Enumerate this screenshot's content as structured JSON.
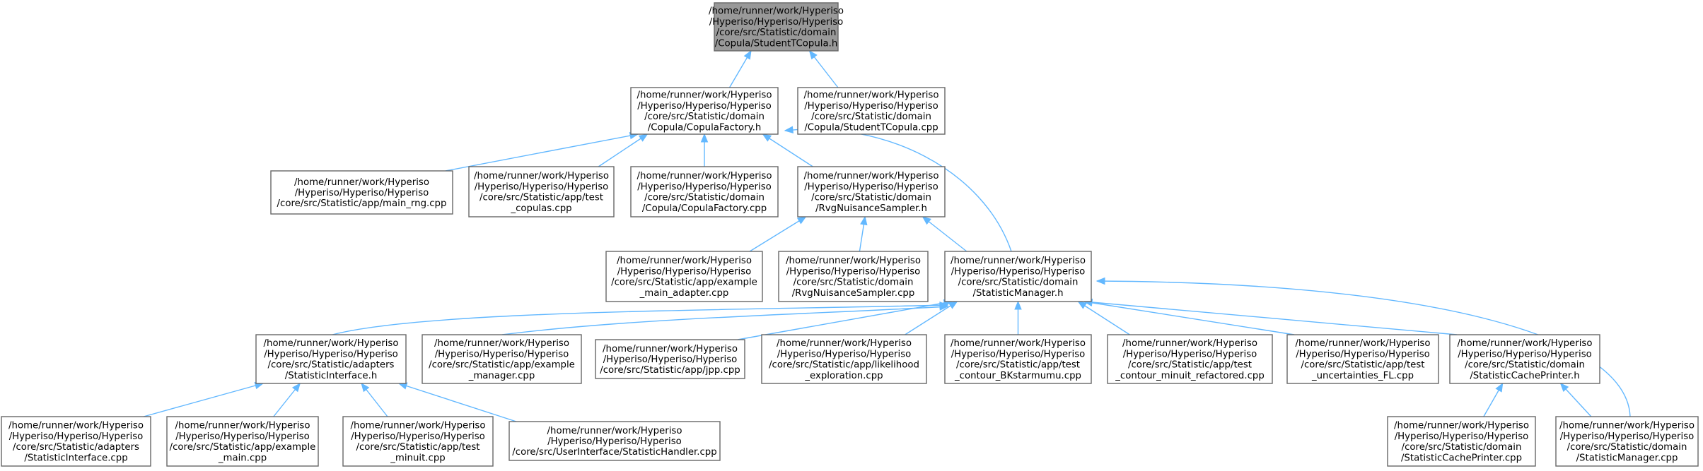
{
  "graph": {
    "nodes": [
      {
        "id": "root",
        "is_root": true,
        "lines": [
          "/home/runner/work/Hyperiso",
          "/Hyperiso/Hyperiso/Hyperiso",
          "/core/src/Statistic/domain",
          "/Copula/StudentTCopula.h"
        ]
      },
      {
        "id": "copulafactory_h",
        "lines": [
          "/home/runner/work/Hyperiso",
          "/Hyperiso/Hyperiso/Hyperiso",
          "/core/src/Statistic/domain",
          "/Copula/CopulaFactory.h"
        ]
      },
      {
        "id": "studenttcopula_cpp",
        "lines": [
          "/home/runner/work/Hyperiso",
          "/Hyperiso/Hyperiso/Hyperiso",
          "/core/src/Statistic/domain",
          "/Copula/StudentTCopula.cpp"
        ]
      },
      {
        "id": "main_rng_cpp",
        "lines": [
          "/home/runner/work/Hyperiso",
          "/Hyperiso/Hyperiso/Hyperiso",
          "/core/src/Statistic/app/main_rng.cpp"
        ]
      },
      {
        "id": "test_copulas_cpp",
        "lines": [
          "/home/runner/work/Hyperiso",
          "/Hyperiso/Hyperiso/Hyperiso",
          "/core/src/Statistic/app/test",
          "_copulas.cpp"
        ]
      },
      {
        "id": "copulafactory_cpp",
        "lines": [
          "/home/runner/work/Hyperiso",
          "/Hyperiso/Hyperiso/Hyperiso",
          "/core/src/Statistic/domain",
          "/Copula/CopulaFactory.cpp"
        ]
      },
      {
        "id": "rvgnuisancesampler_h",
        "lines": [
          "/home/runner/work/Hyperiso",
          "/Hyperiso/Hyperiso/Hyperiso",
          "/core/src/Statistic/domain",
          "/RvgNuisanceSampler.h"
        ]
      },
      {
        "id": "example_main_adapter_cpp",
        "lines": [
          "/home/runner/work/Hyperiso",
          "/Hyperiso/Hyperiso/Hyperiso",
          "/core/src/Statistic/app/example",
          "_main_adapter.cpp"
        ]
      },
      {
        "id": "rvgnuisancesampler_cpp",
        "lines": [
          "/home/runner/work/Hyperiso",
          "/Hyperiso/Hyperiso/Hyperiso",
          "/core/src/Statistic/domain",
          "/RvgNuisanceSampler.cpp"
        ]
      },
      {
        "id": "statisticmanager_h",
        "lines": [
          "/home/runner/work/Hyperiso",
          "/Hyperiso/Hyperiso/Hyperiso",
          "/core/src/Statistic/domain",
          "/StatisticManager.h"
        ]
      },
      {
        "id": "statisticinterface_h",
        "lines": [
          "/home/runner/work/Hyperiso",
          "/Hyperiso/Hyperiso/Hyperiso",
          "/core/src/Statistic/adapters",
          "/StatisticInterface.h"
        ]
      },
      {
        "id": "example_manager_cpp",
        "lines": [
          "/home/runner/work/Hyperiso",
          "/Hyperiso/Hyperiso/Hyperiso",
          "/core/src/Statistic/app/example",
          "_manager.cpp"
        ]
      },
      {
        "id": "jpp_cpp",
        "lines": [
          "/home/runner/work/Hyperiso",
          "/Hyperiso/Hyperiso/Hyperiso",
          "/core/src/Statistic/app/jpp.cpp"
        ]
      },
      {
        "id": "likelihood_exploration_cpp",
        "lines": [
          "/home/runner/work/Hyperiso",
          "/Hyperiso/Hyperiso/Hyperiso",
          "/core/src/Statistic/app/likelihood",
          "_exploration.cpp"
        ]
      },
      {
        "id": "test_contour_bkstarmumu_cpp",
        "lines": [
          "/home/runner/work/Hyperiso",
          "/Hyperiso/Hyperiso/Hyperiso",
          "/core/src/Statistic/app/test",
          "_contour_BKstarmumu.cpp"
        ]
      },
      {
        "id": "test_contour_minuit_refactored_cpp",
        "lines": [
          "/home/runner/work/Hyperiso",
          "/Hyperiso/Hyperiso/Hyperiso",
          "/core/src/Statistic/app/test",
          "_contour_minuit_refactored.cpp"
        ]
      },
      {
        "id": "test_uncertainties_fl_cpp",
        "lines": [
          "/home/runner/work/Hyperiso",
          "/Hyperiso/Hyperiso/Hyperiso",
          "/core/src/Statistic/app/test",
          "_uncertainties_FL.cpp"
        ]
      },
      {
        "id": "statisticcacheprinter_h",
        "lines": [
          "/home/runner/work/Hyperiso",
          "/Hyperiso/Hyperiso/Hyperiso",
          "/core/src/Statistic/domain",
          "/StatisticCachePrinter.h"
        ]
      },
      {
        "id": "statisticinterface_cpp",
        "lines": [
          "/home/runner/work/Hyperiso",
          "/Hyperiso/Hyperiso/Hyperiso",
          "/core/src/Statistic/adapters",
          "/StatisticInterface.cpp"
        ]
      },
      {
        "id": "example_main_cpp",
        "lines": [
          "/home/runner/work/Hyperiso",
          "/Hyperiso/Hyperiso/Hyperiso",
          "/core/src/Statistic/app/example",
          "_main.cpp"
        ]
      },
      {
        "id": "test_minuit_cpp",
        "lines": [
          "/home/runner/work/Hyperiso",
          "/Hyperiso/Hyperiso/Hyperiso",
          "/core/src/Statistic/app/test",
          "_minuit.cpp"
        ]
      },
      {
        "id": "statistichandler_cpp",
        "lines": [
          "/home/runner/work/Hyperiso",
          "/Hyperiso/Hyperiso/Hyperiso",
          "/core/src/UserInterface/StatisticHandler.cpp"
        ]
      },
      {
        "id": "statisticcacheprinter_cpp",
        "lines": [
          "/home/runner/work/Hyperiso",
          "/Hyperiso/Hyperiso/Hyperiso",
          "/core/src/Statistic/domain",
          "/StatisticCachePrinter.cpp"
        ]
      },
      {
        "id": "statisticmanager_cpp",
        "lines": [
          "/home/runner/work/Hyperiso",
          "/Hyperiso/Hyperiso/Hyperiso",
          "/core/src/Statistic/domain",
          "/StatisticManager.cpp"
        ]
      }
    ],
    "edges": [
      {
        "from": "copulafactory_h",
        "to": "root"
      },
      {
        "from": "studenttcopula_cpp",
        "to": "root"
      },
      {
        "from": "main_rng_cpp",
        "to": "copulafactory_h"
      },
      {
        "from": "test_copulas_cpp",
        "to": "copulafactory_h"
      },
      {
        "from": "copulafactory_cpp",
        "to": "copulafactory_h"
      },
      {
        "from": "rvgnuisancesampler_h",
        "to": "copulafactory_h"
      },
      {
        "from": "statisticmanager_h",
        "to": "copulafactory_h"
      },
      {
        "from": "example_main_adapter_cpp",
        "to": "rvgnuisancesampler_h"
      },
      {
        "from": "rvgnuisancesampler_cpp",
        "to": "rvgnuisancesampler_h"
      },
      {
        "from": "statisticmanager_h",
        "to": "rvgnuisancesampler_h"
      },
      {
        "from": "statisticinterface_h",
        "to": "statisticmanager_h"
      },
      {
        "from": "example_manager_cpp",
        "to": "statisticmanager_h"
      },
      {
        "from": "jpp_cpp",
        "to": "statisticmanager_h"
      },
      {
        "from": "likelihood_exploration_cpp",
        "to": "statisticmanager_h"
      },
      {
        "from": "test_contour_bkstarmumu_cpp",
        "to": "statisticmanager_h"
      },
      {
        "from": "test_contour_minuit_refactored_cpp",
        "to": "statisticmanager_h"
      },
      {
        "from": "test_uncertainties_fl_cpp",
        "to": "statisticmanager_h"
      },
      {
        "from": "statisticcacheprinter_h",
        "to": "statisticmanager_h"
      },
      {
        "from": "statisticmanager_cpp",
        "to": "statisticmanager_h"
      },
      {
        "from": "statisticinterface_cpp",
        "to": "statisticinterface_h"
      },
      {
        "from": "example_main_cpp",
        "to": "statisticinterface_h"
      },
      {
        "from": "test_minuit_cpp",
        "to": "statisticinterface_h"
      },
      {
        "from": "statistichandler_cpp",
        "to": "statisticinterface_h"
      },
      {
        "from": "statisticcacheprinter_cpp",
        "to": "statisticcacheprinter_h"
      },
      {
        "from": "statisticmanager_cpp",
        "to": "statisticcacheprinter_h"
      }
    ],
    "colors": {
      "edge": "#63b8ff",
      "root_fill": "#999999",
      "node_border": "#666666",
      "node_fill": "#ffffff"
    }
  }
}
